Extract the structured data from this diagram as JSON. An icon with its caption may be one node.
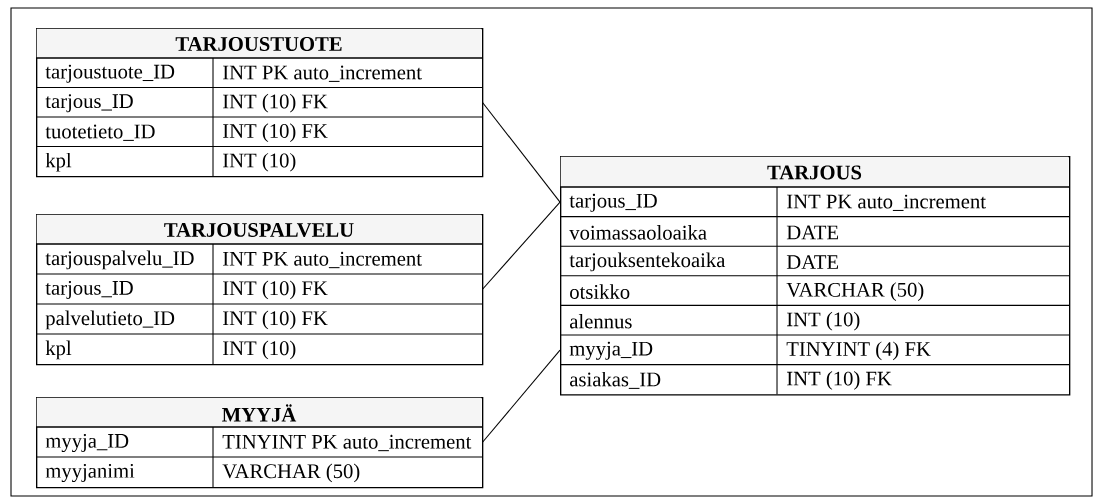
{
  "diagram": {
    "nodes": [
      {
        "text": [
          "TARJOUSTUOTE"
        ]
      },
      {
        "text": [
          "tarjoustuote_ID",
          "INT PK auto_increment"
        ],
        "in": 0
      },
      {
        "text": [
          "tarjous_ID",
          "INT (10) FK"
        ],
        "in": 0
      },
      {
        "text": [
          "tuotetieto_ID",
          "INT (10) FK"
        ],
        "in": 0
      },
      {
        "text": [
          "kpl",
          "INT (10)"
        ],
        "in": 0
      },
      {
        "text": [
          "TARJOUSPALVELU"
        ]
      },
      {
        "text": [
          "tarjouspalvelu_ID",
          "INT PK auto_increment"
        ],
        "in": 5
      },
      {
        "text": [
          "tarjous_ID",
          "INT (10) FK"
        ],
        "in": 5
      },
      {
        "text": [
          "palvelutieto_ID",
          "INT (10) FK"
        ],
        "in": 5
      },
      {
        "text": [
          "kpl",
          "INT (10)"
        ],
        "in": 5
      },
      {
        "text": [
          "MYYJÄ"
        ]
      },
      {
        "text": [
          "myyja_ID",
          "TINYINT PK auto_increment"
        ],
        "in": 10
      },
      {
        "text": [
          "myyjanimi",
          "VARCHAR (50)"
        ],
        "in": 10
      },
      {
        "text": [
          "TARJOUS"
        ]
      },
      {
        "text": [
          "tarjous_ID",
          "INT PK auto_increment"
        ],
        "in": 13
      },
      {
        "text": [
          "voimassaoloaika",
          "DATE"
        ],
        "in": 13
      },
      {
        "text": [
          "tarjouksentekoaika",
          "DATE"
        ],
        "in": 13
      },
      {
        "text": [
          "otsikko",
          "VARCHAR (50)"
        ],
        "in": 13
      },
      {
        "text": [
          "alennus",
          "INT (10)"
        ],
        "in": 13
      },
      {
        "text": [
          "myyja_ID",
          "TINYINT (4) FK"
        ],
        "in": 13
      },
      {
        "text": [
          "asiakas_ID",
          "INT (10) FK"
        ],
        "in": 13
      }
    ],
    "edges": [
      {
        "from": 2,
        "to": 14,
        "arrow": "none"
      },
      {
        "from": 7,
        "to": 14,
        "arrow": "none"
      },
      {
        "from": 11,
        "to": 19,
        "arrow": "none"
      }
    ]
  }
}
